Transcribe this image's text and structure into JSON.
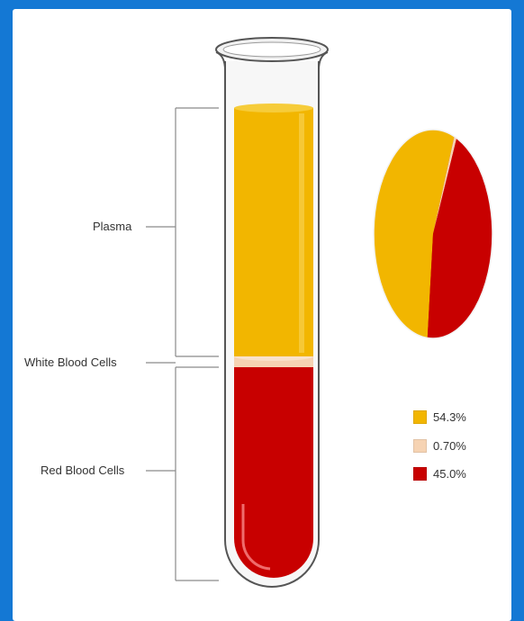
{
  "labels": {
    "plasma": "Plasma",
    "white_blood_cells": "White Blood Cells",
    "red_blood_cells": "Red Blood Cells"
  },
  "legend": [
    {
      "value": "54.3%",
      "color": "#f2b600"
    },
    {
      "value": "0.70%",
      "color": "#f6d3b3"
    },
    {
      "value": "45.0%",
      "color": "#c80000"
    }
  ],
  "pie": {
    "plasma_fraction": 0.543,
    "white_fraction": 0.007,
    "red_fraction": 0.45
  },
  "colors": {
    "background": "#1478d4",
    "plasma": "#f2b600",
    "white": "#f6d3b3",
    "red": "#c80000"
  }
}
